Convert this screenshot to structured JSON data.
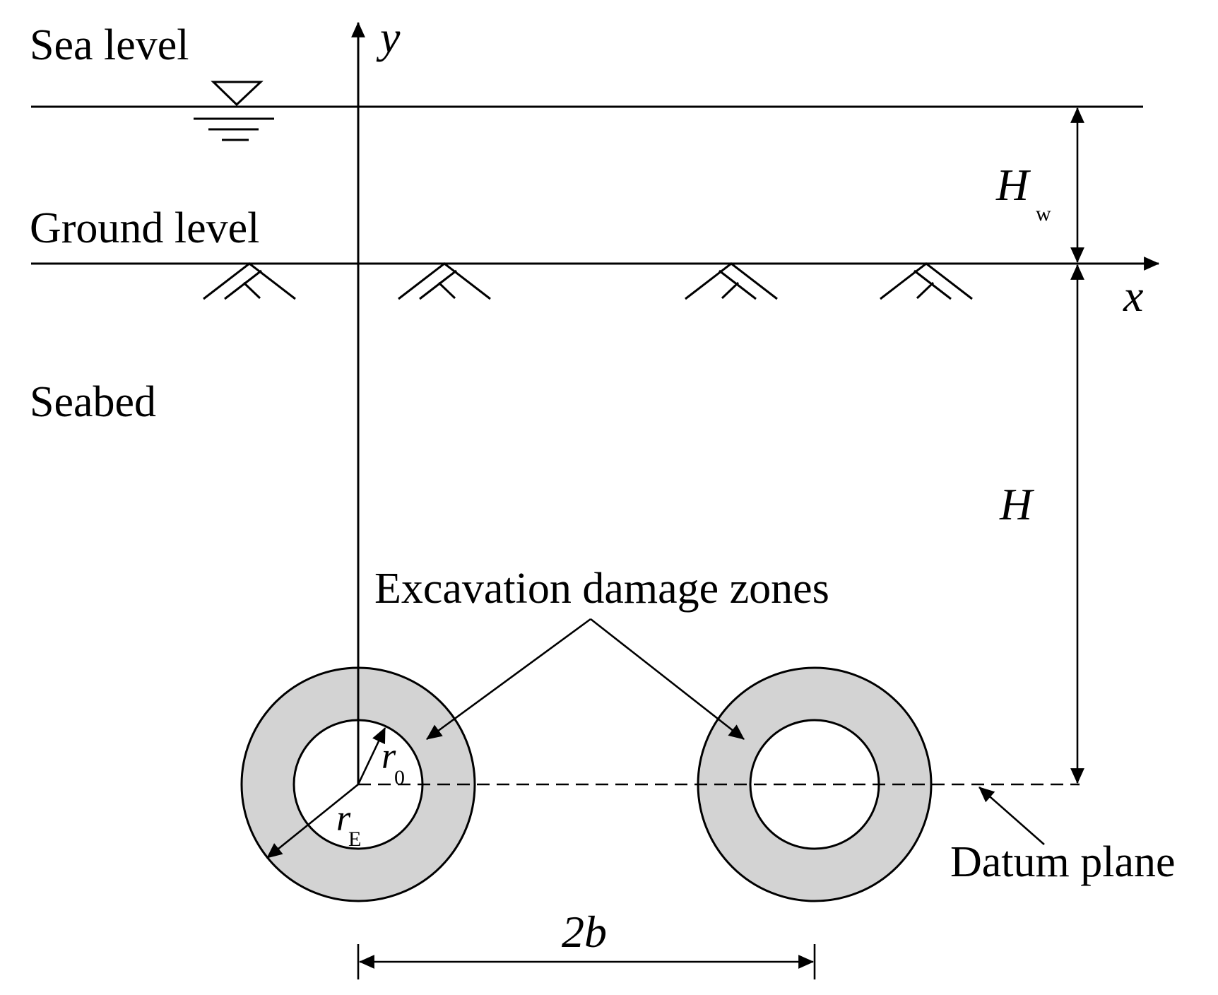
{
  "labels": {
    "sea_level": "Sea level",
    "ground_level": "Ground level",
    "seabed": "Seabed",
    "edz": "Excavation damage zones",
    "datum_plane": "Datum plane",
    "axis_y": "y",
    "axis_x": "x",
    "hw_main": "H",
    "hw_sub": "w",
    "h": "H",
    "r0_main": "r",
    "r0_sub": "0",
    "re_main": "r",
    "re_sub": "E",
    "two_b": "2b"
  },
  "colors": {
    "line": "#000000",
    "damage_zone_fill": "#d3d3d3",
    "background": "#ffffff"
  }
}
